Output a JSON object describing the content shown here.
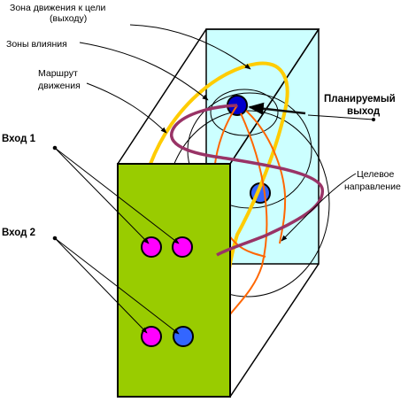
{
  "labels": {
    "target_zone_line1": "Зона движения к цели",
    "target_zone_line2": "(выходу)",
    "influence_zones": "Зоны влияния",
    "route_line1": "Маршрут",
    "route_line2": "движения",
    "planned_exit_line1": "Планируемый",
    "planned_exit_line2": "выход",
    "input1": "Вход 1",
    "input2": "Вход 2",
    "target_dir_line1": "Целевое",
    "target_dir_line2": "направление"
  },
  "colors": {
    "front_face": "#99cc00",
    "back_face": "#ccffff",
    "target_zone": "#ffcc00",
    "route": "#993366",
    "target_direction": "#ff6600",
    "input_magenta": "#ff00ff",
    "input_blue": "#3366ff",
    "exit_blue": "#0000cc",
    "exit_ring": "#2a4fd0",
    "arrow_dark": "#111111",
    "influence_lines": "#000000"
  }
}
